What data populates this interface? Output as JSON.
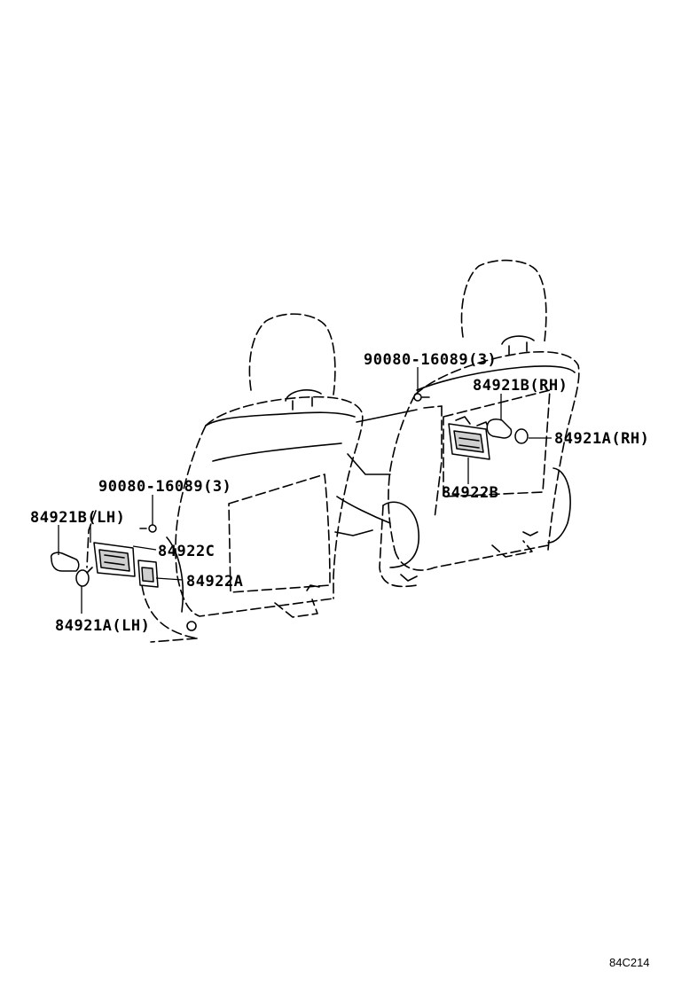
{
  "callouts": {
    "bolt_lh": "90080-16089(3)",
    "cover_b_lh": "84921B(LH)",
    "switch_c": "84922C",
    "switch_a": "84922A",
    "cover_a_lh": "84921A(LH)",
    "bolt_rh": "90080-16089(3)",
    "cover_b_rh": "84921B(RH)",
    "cover_a_rh": "84921A(RH)",
    "switch_b": "84922B"
  },
  "figure_code": "84C214"
}
